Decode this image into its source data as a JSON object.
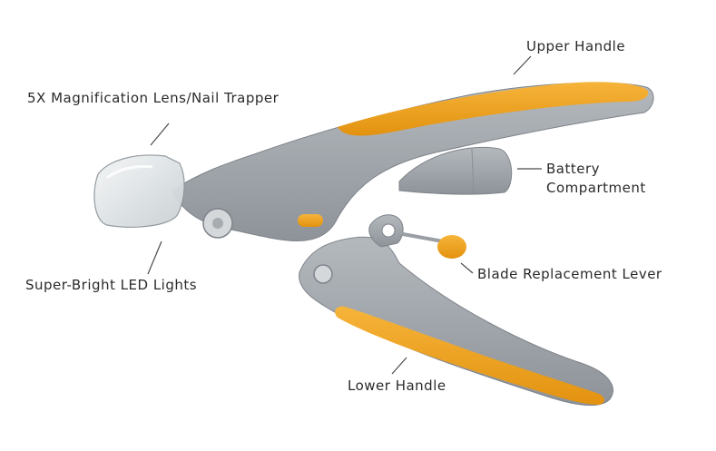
{
  "diagram": {
    "labels": {
      "upper_handle": "Upper Handle",
      "lens": "5X Magnification Lens/Nail Trapper",
      "battery_line1": "Battery",
      "battery_line2": "Compartment",
      "blade_lever": "Blade Replacement Lever",
      "led": "Super-Bright LED Lights",
      "lower_handle": "Lower Handle"
    },
    "colors": {
      "body_gray": "#a2a7ad",
      "body_gray_dark": "#878c92",
      "accent_orange": "#f0a11d",
      "lens_clear": "#e2e7ea",
      "leader_line": "#4a4a4a",
      "text": "#2b2b2b"
    }
  }
}
